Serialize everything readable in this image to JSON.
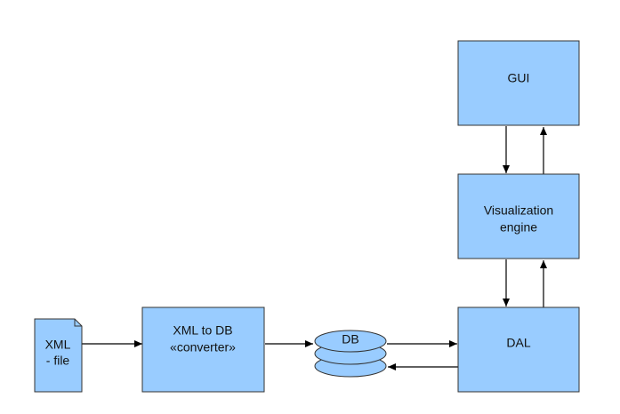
{
  "nodes": {
    "gui": {
      "label": "GUI"
    },
    "viz": {
      "line1": "Visualization",
      "line2": "engine"
    },
    "dal": {
      "label": "DAL"
    },
    "xml_file": {
      "line1": "XML",
      "line2": "- file"
    },
    "converter": {
      "line1": "XML to DB",
      "line2": "«converter»"
    },
    "db": {
      "label": "DB"
    }
  },
  "edges": [
    {
      "from": "xml_file",
      "to": "converter"
    },
    {
      "from": "converter",
      "to": "db"
    },
    {
      "from": "db",
      "to": "dal"
    },
    {
      "from": "dal",
      "to": "db"
    },
    {
      "from": "gui",
      "to": "viz"
    },
    {
      "from": "viz",
      "to": "gui"
    },
    {
      "from": "viz",
      "to": "dal"
    },
    {
      "from": "dal",
      "to": "viz"
    }
  ],
  "colors": {
    "node_fill": "#99ccff",
    "stroke": "#333333",
    "edge": "#000000"
  }
}
